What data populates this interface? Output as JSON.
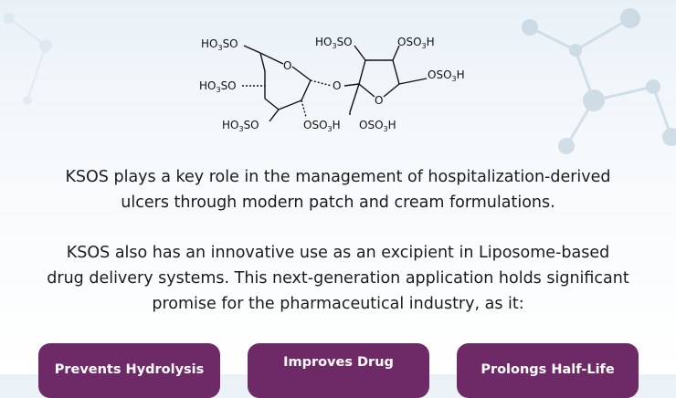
{
  "structure": {
    "labels": {
      "top_left": "HO3SO",
      "mid_left": "HO3SO",
      "bottom_left": "HO3SO",
      "bottom_mid": "OSO3H",
      "bottom_right": "OSO3H",
      "ring_o1": "O",
      "bridge_o": "O",
      "ring_o2": "O",
      "top_right_a": "HO3SO",
      "top_right_b": "OSO3H",
      "right": "OSO3H"
    }
  },
  "paragraphs": {
    "p1_line1": "KSOS plays a key role in the management of hospitalization-derived",
    "p1_line2": "ulcers through modern patch and cream formulations.",
    "p2_line1": "KSOS also has an innovative use as an excipient in Liposome-based",
    "p2_line2": "drug delivery systems. This next-generation application holds significant",
    "p2_line3": "promise for the pharmaceutical industry, as it:"
  },
  "benefits": [
    {
      "label": "Prevents Hydrolysis"
    },
    {
      "label": "Improves Drug"
    },
    {
      "label": "Prolongs Half-Life"
    }
  ],
  "colors": {
    "pill": "#6e2a66",
    "background_top": "#e9f1f7"
  }
}
